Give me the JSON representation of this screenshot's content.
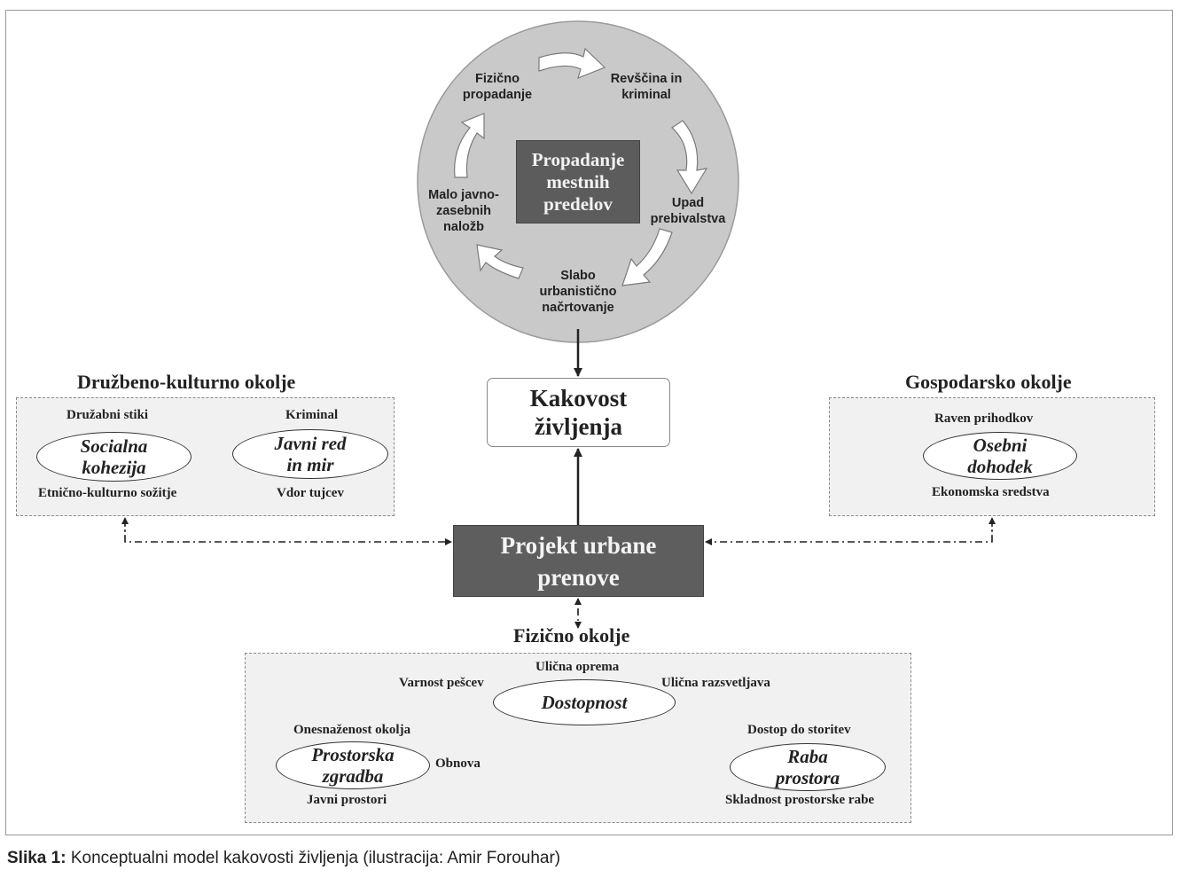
{
  "caption": {
    "label": "Slika 1:",
    "text": "Konceptualni model kakovosti življenja (ilustracija: Amir Forouhar)"
  },
  "cycle": {
    "center": "Propadanje\nmestnih\npredelov",
    "steps": [
      "Fizično\npropadanje",
      "Revščina in\nkriminal",
      "Upad\nprebivalstva",
      "Slabo\nurbanistično\nnačrtovanje",
      "Malo javno-\nzasebnih\nnaložb"
    ]
  },
  "quality": "Kakovost\nživljenja",
  "project": "Projekt urbane\nprenove",
  "socio_cultural": {
    "title": "Družbeno-kulturno okolje",
    "ovals": [
      {
        "name": "Socialna\nkohezija",
        "top": "Družabni stiki",
        "bottom": "Etnično-kulturno sožitje"
      },
      {
        "name": "Javni red\nin mir",
        "top": "Kriminal",
        "bottom": "Vdor tujcev"
      }
    ]
  },
  "economic": {
    "title": "Gospodarsko okolje",
    "oval": {
      "name": "Osebni\ndohodek",
      "top": "Raven prihodkov",
      "bottom": "Ekonomska sredstva"
    }
  },
  "physical": {
    "title": "Fizično okolje",
    "access": {
      "name": "Dostopnost",
      "top": "Ulična oprema",
      "left": "Varnost pešcev",
      "right": "Ulična razsvetljava"
    },
    "fabric": {
      "name": "Prostorska\nzgradba",
      "top": "Onesnaženost okolja",
      "right": "Obnova",
      "bottom": "Javni prostori"
    },
    "landuse": {
      "name": "Raba\nprostora",
      "top": "Dostop do storitev",
      "bottom": "Skladnost prostorske rabe"
    }
  }
}
